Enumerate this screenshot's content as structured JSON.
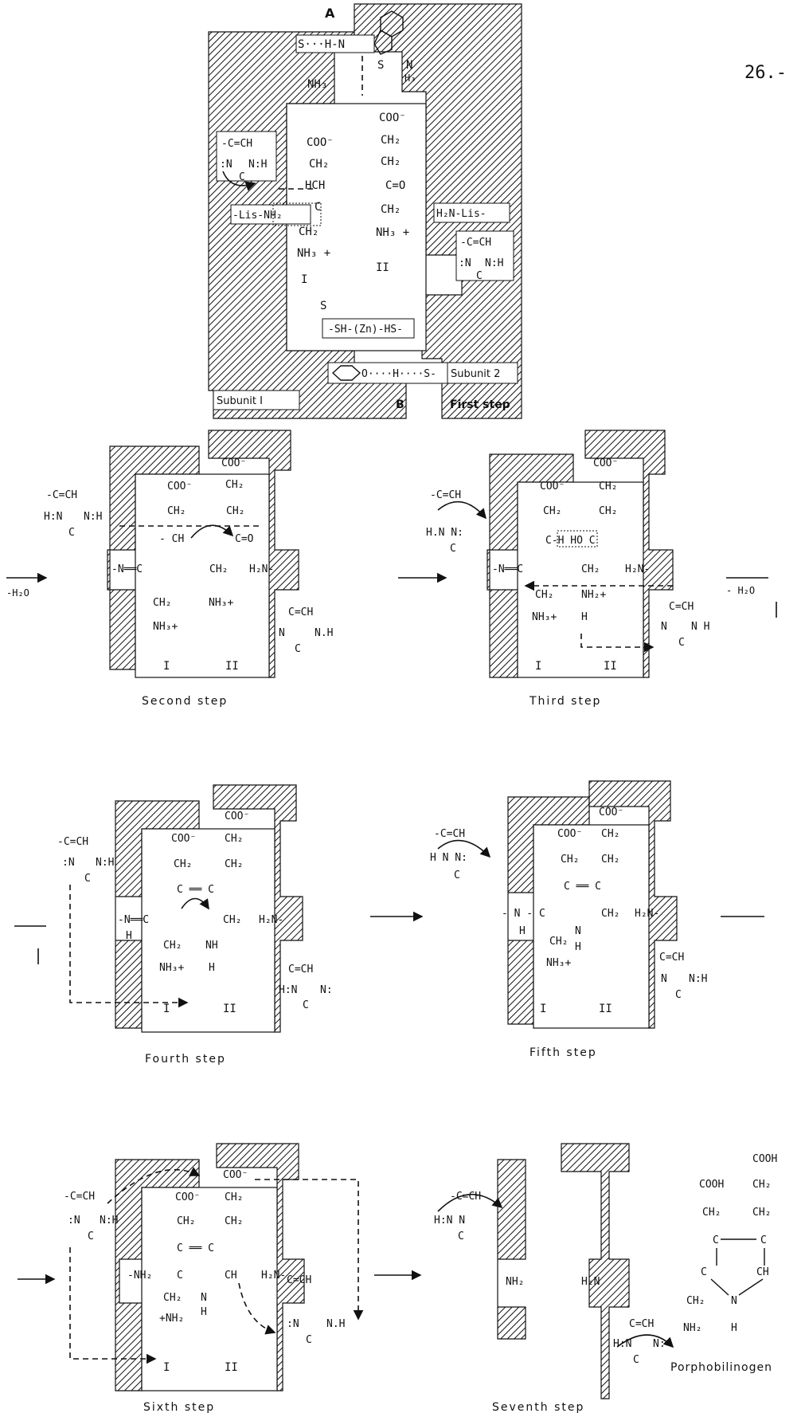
{
  "page_number": "26.-",
  "diagram_a": {
    "top_letter": "A",
    "bottom_letter": "B",
    "subunit1_label": "Subunit I",
    "subunit2_label": "Subunit 2",
    "step_label": "First step",
    "lysine_left": "-Lis-NH₂",
    "lysine_right": "H₂N-Lis-",
    "zinc_site": "-SH-(Zn)-HS-",
    "tyrosine_link": "O····H····S-",
    "top_link": "S···H-N",
    "substrate_I_label": "I",
    "substrate_II_label": "II",
    "substrate_I": [
      "COO⁻",
      "CH₂",
      "HCH",
      "C",
      "CH₂",
      "NH₃ +"
    ],
    "substrate_II": [
      "COO⁻",
      "CH₂",
      "CH₂",
      "C=O",
      "CH₂",
      "NH₃ +"
    ],
    "histidine": [
      "-C=CH",
      ":N",
      "N:H",
      "C"
    ]
  },
  "steps": [
    {
      "label": "Second step",
      "arrow_note": "-H₂O",
      "sub_I": "I",
      "sub_II": "II"
    },
    {
      "label": "Third step",
      "arrow_note": "- H₂O",
      "sub_I": "I",
      "sub_II": "II"
    },
    {
      "label": "Fourth step",
      "sub_I": "I",
      "sub_II": "II"
    },
    {
      "label": "Fifth step",
      "sub_I": "I",
      "sub_II": "II"
    },
    {
      "label": "Sixth step",
      "sub_I": "I",
      "sub_II": "II"
    },
    {
      "label": "Seventh step"
    }
  ],
  "product": {
    "name": "Porphobilinogen",
    "groups": [
      "COOH",
      "COOH",
      "CH₂",
      "CH₂",
      "CH₂",
      "C",
      "C",
      "C",
      "CH",
      "CH₂",
      "N",
      "NH₂",
      "H"
    ]
  }
}
